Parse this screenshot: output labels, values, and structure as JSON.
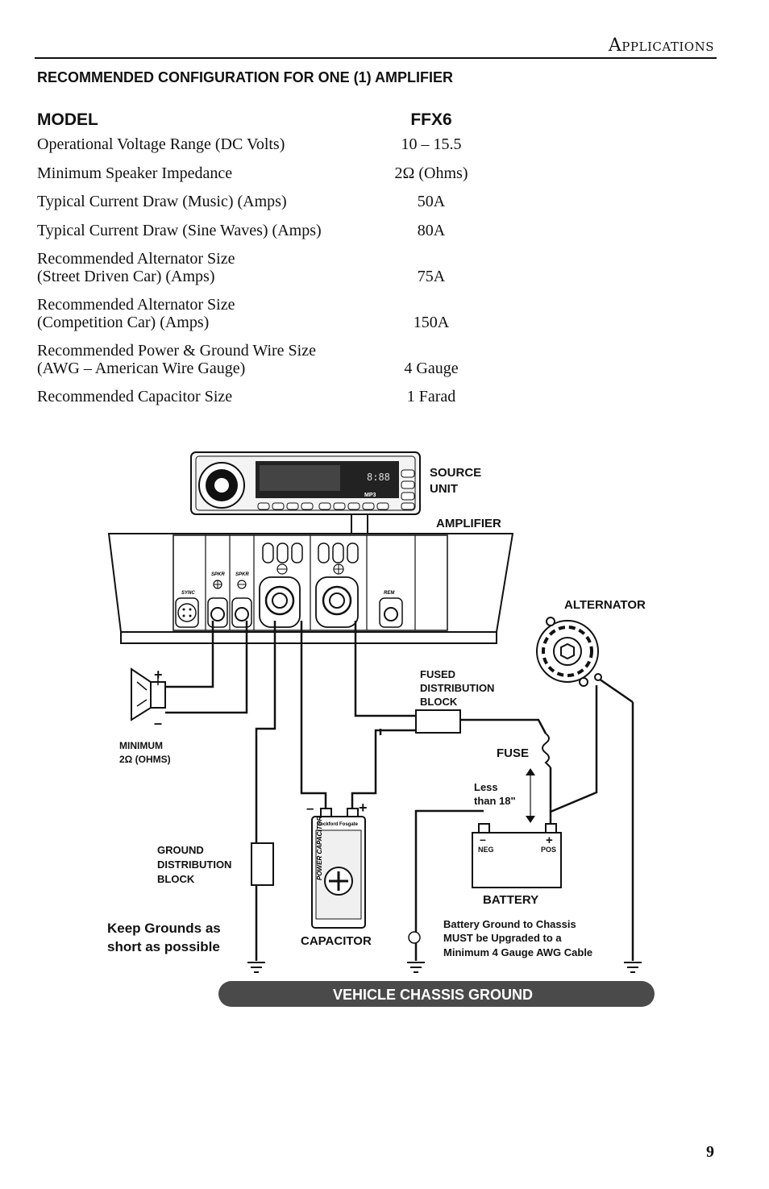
{
  "header": {
    "section_title": "Applications"
  },
  "config_title": "RECOMMENDED CONFIGURATION FOR ONE (1) AMPLIFIER",
  "specs": {
    "head_label": "MODEL",
    "head_value": "FFX6",
    "rows": [
      {
        "label_line1": "Operational Voltage Range (DC Volts)",
        "label_line2": "",
        "value": "10 – 15.5"
      },
      {
        "label_line1": "Minimum Speaker Impedance",
        "label_line2": "",
        "value": "2Ω (Ohms)"
      },
      {
        "label_line1": "Typical Current Draw (Music) (Amps)",
        "label_line2": "",
        "value": "50A"
      },
      {
        "label_line1": "Typical Current Draw (Sine Waves) (Amps)",
        "label_line2": "",
        "value": "80A"
      },
      {
        "label_line1": "Recommended Alternator Size",
        "label_line2": "(Street Driven Car) (Amps)",
        "value": "75A"
      },
      {
        "label_line1": "Recommended Alternator Size",
        "label_line2": "(Competition Car) (Amps)",
        "value": "150A"
      },
      {
        "label_line1": "Recommended Power & Ground Wire Size",
        "label_line2": "(AWG – American Wire Gauge)",
        "value": "4 Gauge"
      },
      {
        "label_line1": "Recommended Capacitor Size",
        "label_line2": "",
        "value": "1 Farad"
      }
    ]
  },
  "diagram": {
    "source_unit_1": "SOURCE",
    "source_unit_2": "UNIT",
    "amplifier": "AMPLIFIER",
    "alternator": "ALTERNATOR",
    "sync": "SYNC",
    "spkr1": "SPKR",
    "spkr2": "SPKR",
    "rem": "REM",
    "min_1": "MINIMUM",
    "min_2": "2Ω (OHMS)",
    "fused_1": "FUSED",
    "fused_2": "DISTRIBUTION",
    "fused_3": "BLOCK",
    "fuse": "FUSE",
    "less_1": "Less",
    "less_2": "than 18\"",
    "ground_1": "GROUND",
    "ground_2": "DISTRIBUTION",
    "ground_3": "BLOCK",
    "keep_1": "Keep Grounds as",
    "keep_2": "short as possible",
    "capacitor": "CAPACITOR",
    "cap_brand": "Rockford Fosgate",
    "cap_text": "POWER CAPACITOR",
    "battery": "BATTERY",
    "neg": "NEG",
    "pos": "POS",
    "batt_note_1": "Battery Ground to Chassis",
    "batt_note_2": "MUST be Upgraded to a",
    "batt_note_3": "Minimum 4 Gauge AWG Cable",
    "chassis": "VEHICLE CHASSIS GROUND",
    "head_unit_display": "8:88",
    "head_unit_mp3": "MP3"
  },
  "page_number": "9"
}
